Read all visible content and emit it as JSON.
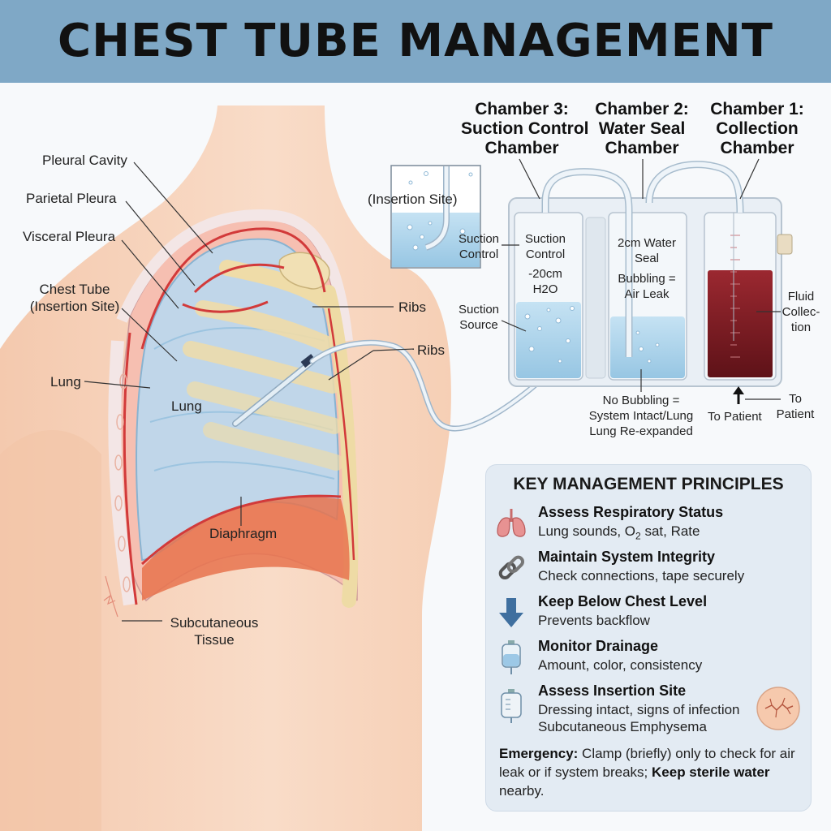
{
  "title": "CHEST TUBE MANAGEMENT",
  "anatomy_labels": {
    "pleural_cavity": "Pleural Cavity",
    "parietal_pleura": "Parietal Pleura",
    "visceral_pleura": "Visceral Pleura",
    "chest_tube_line1": "Chest Tube",
    "chest_tube_line2": "(Insertion Site)",
    "lung_left": "Lung",
    "lung_center": "Lung",
    "ribs_upper": "Ribs",
    "ribs_lower": "Ribs",
    "diaphragm": "Diaphragm",
    "subcutaneous_line1": "Subcutaneous",
    "subcutaneous_line2": "Tissue"
  },
  "inset": {
    "label": "(Insertion Site)"
  },
  "drainage": {
    "chamber3": [
      "Chamber 3:",
      "Suction Control",
      "Chamber"
    ],
    "chamber2": [
      "Chamber 2:",
      "Water Seal",
      "Chamber"
    ],
    "chamber1": [
      "Chamber 1:",
      "Collection",
      "Chamber"
    ],
    "suction_control_outer": [
      "Suction",
      "Control"
    ],
    "suction_control_inner": [
      "Suction",
      "Control"
    ],
    "suction_level": [
      "-20cm",
      "H2O"
    ],
    "suction_source": [
      "Suction",
      "Source"
    ],
    "water_seal": [
      "2cm Water",
      "Seal"
    ],
    "bubbling": [
      "Bubbling =",
      "Air Leak"
    ],
    "no_bubbling": [
      "No Bubbling =",
      "System Intact/Lung",
      "Lung Re-expanded"
    ],
    "fluid_collection": [
      "Fluid",
      "Collec-",
      "tion"
    ],
    "to_patient_left": "To Patient",
    "to_patient_right": [
      "To",
      "Patient"
    ]
  },
  "principles": {
    "title": "KEY MANAGEMENT PRINCIPLES",
    "items": [
      {
        "icon": "lungs-icon",
        "heading": "Assess Respiratory Status",
        "desc_pre": "Lung sounds, O",
        "desc_sub": "2",
        "desc_post": " sat, Rate"
      },
      {
        "icon": "chain-link-icon",
        "heading": "Maintain System Integrity",
        "desc": "Check connections, tape securely"
      },
      {
        "icon": "down-arrow-icon",
        "heading": "Keep Below Chest Level",
        "desc": "Prevents backflow"
      },
      {
        "icon": "iv-bag-icon",
        "heading": "Monitor Drainage",
        "desc": "Amount, color, consistency"
      },
      {
        "icon": "drainage-bag-icon",
        "heading": "Assess Insertion Site",
        "desc": "Dressing intact, signs of infection",
        "desc2": "Subcutaneous Emphysema"
      }
    ],
    "emergency_label": "Emergency:",
    "emergency_text": " Clamp (briefly) only to check for air leak or if system breaks; ",
    "emergency_bold_end": "Keep sterile water",
    "emergency_tail": " nearby."
  },
  "colors": {
    "banner": "#7fa8c6",
    "skin": "#f7d4bd",
    "pleura_red": "#d23a3a",
    "lung_blue": "#bcd9ee",
    "rib_tan": "#efdca8",
    "fluid_red": "#7a1a22",
    "water_blue": "#a9d2ea",
    "panel_bg": "#e3ebf3"
  }
}
